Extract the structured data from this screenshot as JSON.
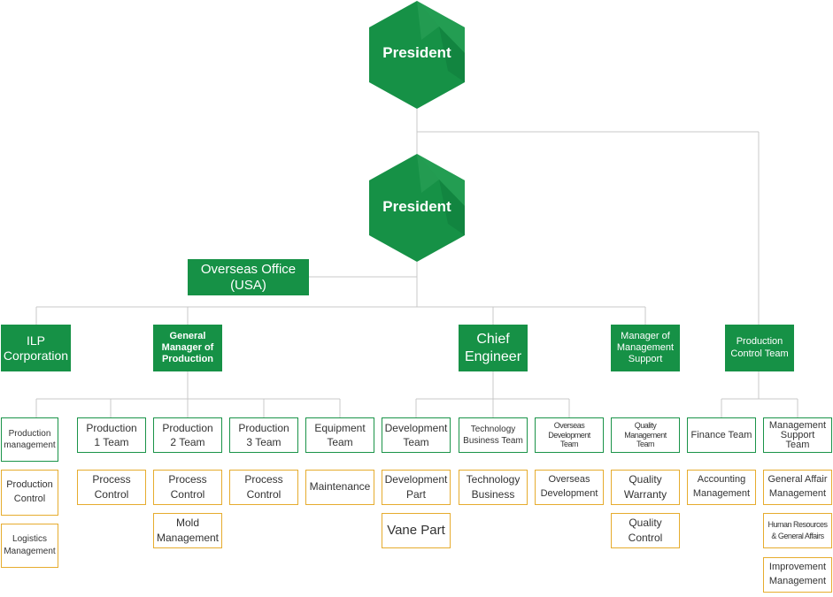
{
  "top_node": {
    "label": "President"
  },
  "second_node": {
    "label": "President"
  },
  "overseas_office": {
    "label": "Overseas Office\n(USA)"
  },
  "divisions": {
    "ilp": "ILP\nCorporation",
    "gm_production": "General\nManager of\nProduction",
    "chief_engineer": "Chief\nEngineer",
    "mgr_management_support": "Manager of\nManagement\nSupport",
    "production_control_team": "Production\nControl Team"
  },
  "teams": {
    "production_management": "Production\nmanagement",
    "production_1": "Production\n1 Team",
    "production_2": "Production\n2 Team",
    "production_3": "Production\n3 Team",
    "equipment": "Equipment\nTeam",
    "development": "Development\nTeam",
    "technology_business": "Technology\nBusiness Team",
    "overseas_development": "Overseas\nDevelopment\nTeam",
    "quality_management": "Quality\nManagement\nTeam",
    "finance": "Finance Team",
    "management_support": "Management\nSupport\nTeam"
  },
  "units": {
    "production_control": "Production\nControl",
    "logistics_management": "Logistics\nManagement",
    "process_control_1": "Process\nControl",
    "process_control_2": "Process\nControl",
    "mold_management": "Mold\nManagement",
    "process_control_3": "Process\nControl",
    "maintenance": "Maintenance",
    "development_part": "Development\nPart",
    "vane_part": "Vane Part",
    "technology_business": "Technology\nBusiness",
    "overseas_development": "Overseas\nDevelopment",
    "quality_warranty": "Quality\nWarranty",
    "quality_control": "Quality\nControl",
    "accounting_management": "Accounting\nManagement",
    "general_affair_management": "General Affair\nManagement",
    "hr_general_affairs": "Human Resources\n& General Affairs",
    "improvement_management": "Improvement\nManagement"
  },
  "colors": {
    "green": "#169146",
    "green_border": "#1a9348",
    "yellow_border": "#e6ac2e",
    "connector": "#c8c8c8"
  }
}
